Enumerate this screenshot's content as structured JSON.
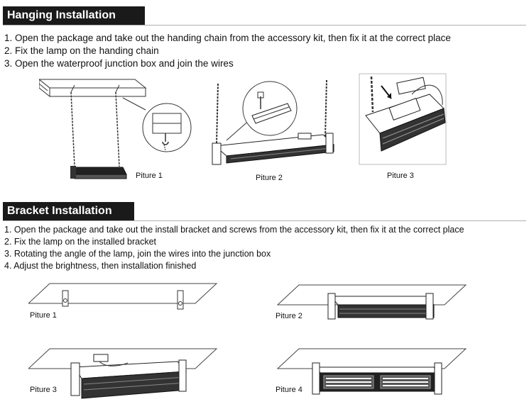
{
  "hanging": {
    "title": "Hanging Installation",
    "steps": [
      "1. Open the package and take out the handing chain  from the accessory kit, then fix it at the correct place",
      "2. Fix the lamp on the handing chain",
      "3. Open the waterproof junction box and join the wires"
    ],
    "captions": [
      "Piture 1",
      "Piture 2",
      "Piture 3"
    ]
  },
  "bracket": {
    "title": "Bracket Installation",
    "steps": [
      "1. Open the package and take out the install bracket and screws from the accessory kit, then fix it at the correct place",
      "2. Fix the lamp on the installed bracket",
      "3. Rotating the angle of the lamp, join the wires into the junction box",
      "4. Adjust the brightness, then installation finished"
    ],
    "captions": [
      "Piture 1",
      "Piture 2",
      "Piture 3",
      "Piture 4"
    ]
  }
}
